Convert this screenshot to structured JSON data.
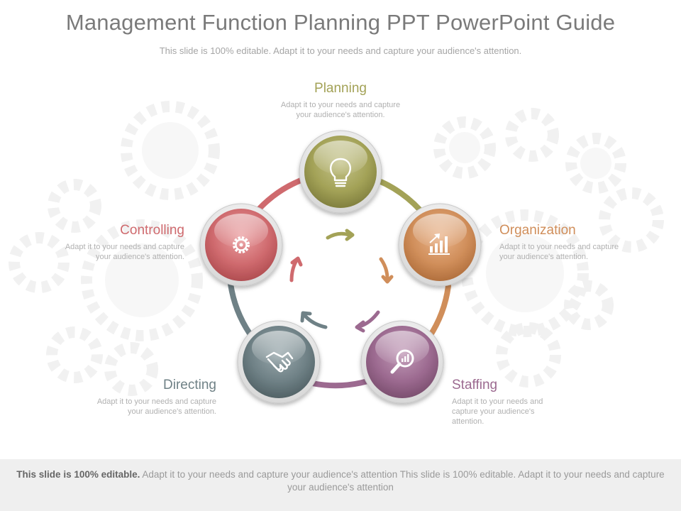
{
  "title": "Management Function Planning PPT PowerPoint Guide",
  "subtitle": "This slide is 100% editable. Adapt it to your needs and capture your audience's attention.",
  "nodes": {
    "planning": {
      "label": "Planning",
      "desc_lines": [
        "Adapt it to your needs and capture",
        "your audience's attention."
      ],
      "color": "#a3a257",
      "icon": "lightbulb-icon"
    },
    "organization": {
      "label": "Organization",
      "desc_lines": [
        "Adapt it to your needs and capture",
        "your audience's attention."
      ],
      "color": "#d08e5a",
      "icon": "bar-chart-icon"
    },
    "staffing": {
      "label": "Staffing",
      "desc_lines": [
        "Adapt it to your needs and",
        "capture your audience's",
        "attention."
      ],
      "color": "#9c6a90",
      "icon": "magnifier-icon"
    },
    "directing": {
      "label": "Directing",
      "desc_lines": [
        "Adapt it to your needs and capture",
        "your audience's attention."
      ],
      "color": "#6f8186",
      "icon": "handshake-icon"
    },
    "controlling": {
      "label": "Controlling",
      "desc_lines": [
        "Adapt it to your needs and capture",
        "your audience's attention."
      ],
      "color": "#cf6a6e",
      "icon": "gear-icon"
    }
  },
  "footer": {
    "bold": "This slide is 100% editable.",
    "text": " Adapt it to your needs and capture your audience's attention This slide is 100% editable. Adapt it to your needs and capture your audience's attention"
  }
}
